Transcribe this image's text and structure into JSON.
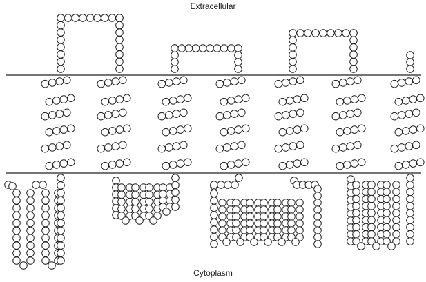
{
  "labels": {
    "extracellular": "Extracellular",
    "cytoplasm": "Cytoplasm"
  },
  "diagram": {
    "type": "seven-transmembrane topology (snake plot)",
    "membrane_line_color": "#222222",
    "residue_stroke_color": "#222222",
    "residue_fill_color": "#ffffff",
    "transmembrane_helix_count": 7,
    "extracellular_loop_count": 3,
    "intracellular_loop_count": 3
  }
}
